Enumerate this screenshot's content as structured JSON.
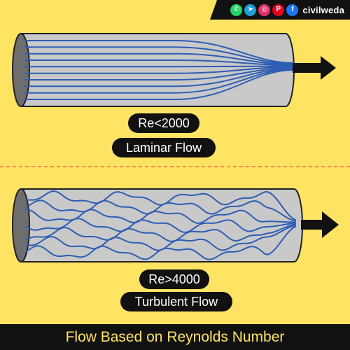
{
  "branding": {
    "handle": "civilweda",
    "icons": [
      "whatsapp-icon",
      "telegram-icon",
      "instagram-icon",
      "pinterest-icon",
      "facebook-icon"
    ],
    "icon_colors": [
      "#25D366",
      "#229ED9",
      "#E1306C",
      "#E60023",
      "#1877F2"
    ],
    "icon_glyphs": [
      "✆",
      "➤",
      "◎",
      "P",
      "f"
    ]
  },
  "laminar": {
    "re_label": "Re<2000",
    "flow_label": "Laminar Flow"
  },
  "turbulent": {
    "re_label": "Re>4000",
    "flow_label": "Turbulent Flow"
  },
  "footer": {
    "title": "Flow Based on Reynolds Number"
  },
  "colors": {
    "background": "#FFE463",
    "pipe": "#C9C9C9",
    "pipe_end": "#6E6E6E",
    "streamline": "#2E5DB4",
    "outline": "#222222",
    "divider": "#F26B3A"
  }
}
